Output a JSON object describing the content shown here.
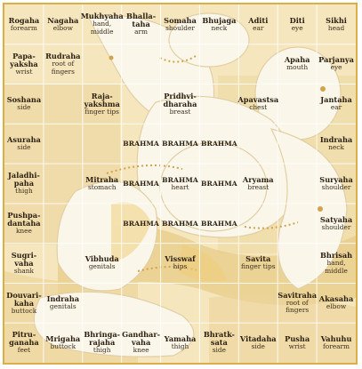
{
  "cells": [
    {
      "r": 0,
      "c": 0,
      "name": "Rogaha",
      "part": "forearm"
    },
    {
      "r": 0,
      "c": 1,
      "name": "Nagaha",
      "part": "elbow"
    },
    {
      "r": 0,
      "c": 2,
      "name": "Mukhyaha",
      "part": "hand, middle"
    },
    {
      "r": 0,
      "c": 3,
      "name": "Bhalla-taha",
      "part": "arm"
    },
    {
      "r": 0,
      "c": 4,
      "name": "Somaha",
      "part": "shoulder"
    },
    {
      "r": 0,
      "c": 5,
      "name": "Bhujaga",
      "part": "neck"
    },
    {
      "r": 0,
      "c": 6,
      "name": "Aditi",
      "part": "ear"
    },
    {
      "r": 0,
      "c": 7,
      "name": "Diti",
      "part": "eye"
    },
    {
      "r": 0,
      "c": 8,
      "name": "Sikhi",
      "part": "head"
    },
    {
      "r": 1,
      "c": 0,
      "name": "Papa-\nyaksha",
      "part": "wrist"
    },
    {
      "r": 1,
      "c": 1,
      "name": "Rudraha",
      "part": "root of\nfingers"
    },
    {
      "r": 1,
      "c": 7,
      "name": "Apaha",
      "part": "mouth"
    },
    {
      "r": 1,
      "c": 8,
      "name": "Parjanya",
      "part": "eye"
    },
    {
      "r": 2,
      "c": 0,
      "name": "Soshana",
      "part": "side"
    },
    {
      "r": 2,
      "c": 2,
      "name": "Raja-\nyakshma",
      "part": "finger tips"
    },
    {
      "r": 2,
      "c": 4,
      "name": "Pridhvi-\ndharaha",
      "part": "breast"
    },
    {
      "r": 2,
      "c": 6,
      "name": "Apavastsa",
      "part": "chest"
    },
    {
      "r": 2,
      "c": 8,
      "name": "Jantaha",
      "part": "ear"
    },
    {
      "r": 3,
      "c": 0,
      "name": "Asuraha",
      "part": "side"
    },
    {
      "r": 3,
      "c": 3,
      "name": "BRAHMA",
      "part": ""
    },
    {
      "r": 3,
      "c": 4,
      "name": "BRAHMA",
      "part": ""
    },
    {
      "r": 3,
      "c": 5,
      "name": "BRAHMA",
      "part": ""
    },
    {
      "r": 3,
      "c": 8,
      "name": "Indraha",
      "part": "neck"
    },
    {
      "r": 4,
      "c": 0,
      "name": "Jaladhi-\npaha",
      "part": "thigh"
    },
    {
      "r": 4,
      "c": 2,
      "name": "Mitraha",
      "part": "stomach"
    },
    {
      "r": 4,
      "c": 3,
      "name": "BRAHMA",
      "part": ""
    },
    {
      "r": 4,
      "c": 4,
      "name": "BRAHMA",
      "part": "heart"
    },
    {
      "r": 4,
      "c": 5,
      "name": "BRAHMA",
      "part": ""
    },
    {
      "r": 4,
      "c": 6,
      "name": "Aryama",
      "part": "breast"
    },
    {
      "r": 4,
      "c": 8,
      "name": "Suryaha",
      "part": "shoulder"
    },
    {
      "r": 5,
      "c": 0,
      "name": "Pushpa-\ndantaha",
      "part": "knee"
    },
    {
      "r": 5,
      "c": 3,
      "name": "BRAHMA",
      "part": ""
    },
    {
      "r": 5,
      "c": 4,
      "name": "BRAHMA",
      "part": ""
    },
    {
      "r": 5,
      "c": 5,
      "name": "BRAHMA",
      "part": ""
    },
    {
      "r": 5,
      "c": 8,
      "name": "Satyaha",
      "part": "shoulder"
    },
    {
      "r": 6,
      "c": 0,
      "name": "Sugri-vaha",
      "part": "shank"
    },
    {
      "r": 6,
      "c": 2,
      "name": "Vibhuda",
      "part": "genitals"
    },
    {
      "r": 6,
      "c": 4,
      "name": "Visswaf",
      "part": "hips"
    },
    {
      "r": 6,
      "c": 6,
      "name": "Savita",
      "part": "finger tips"
    },
    {
      "r": 6,
      "c": 8,
      "name": "Bhrisah",
      "part": "hand, middle"
    },
    {
      "r": 7,
      "c": 0,
      "name": "Douvari-\nkaha",
      "part": "buttock"
    },
    {
      "r": 7,
      "c": 1,
      "name": "Indraha",
      "part": "genitals"
    },
    {
      "r": 7,
      "c": 7,
      "name": "Savitraha",
      "part": "root of\nfingers"
    },
    {
      "r": 7,
      "c": 8,
      "name": "Akasaha",
      "part": "elbow"
    },
    {
      "r": 8,
      "c": 0,
      "name": "Pitru-\nganaha",
      "part": "feet"
    },
    {
      "r": 8,
      "c": 1,
      "name": "Mrigaha",
      "part": "buttock"
    },
    {
      "r": 8,
      "c": 2,
      "name": "Bhringa-\nrajaha",
      "part": "thigh"
    },
    {
      "r": 8,
      "c": 3,
      "name": "Gandhar-\nvaha",
      "part": "knee"
    },
    {
      "r": 8,
      "c": 4,
      "name": "Yamaha",
      "part": "thigh"
    },
    {
      "r": 8,
      "c": 5,
      "name": "Bhratk-sata",
      "part": "side"
    },
    {
      "r": 8,
      "c": 6,
      "name": "Vitadaha",
      "part": "side"
    },
    {
      "r": 8,
      "c": 7,
      "name": "Pusha",
      "part": "wrist"
    },
    {
      "r": 8,
      "c": 8,
      "name": "Vahuhu",
      "part": "forearm"
    }
  ],
  "colors": {
    "background": "#f5e6bd",
    "shade": "#e9cf8e",
    "figure": "#fbf6ea",
    "figure_outline": "#e2cfa4",
    "frame": "#d8b04a",
    "gridline": "#ffffff"
  }
}
